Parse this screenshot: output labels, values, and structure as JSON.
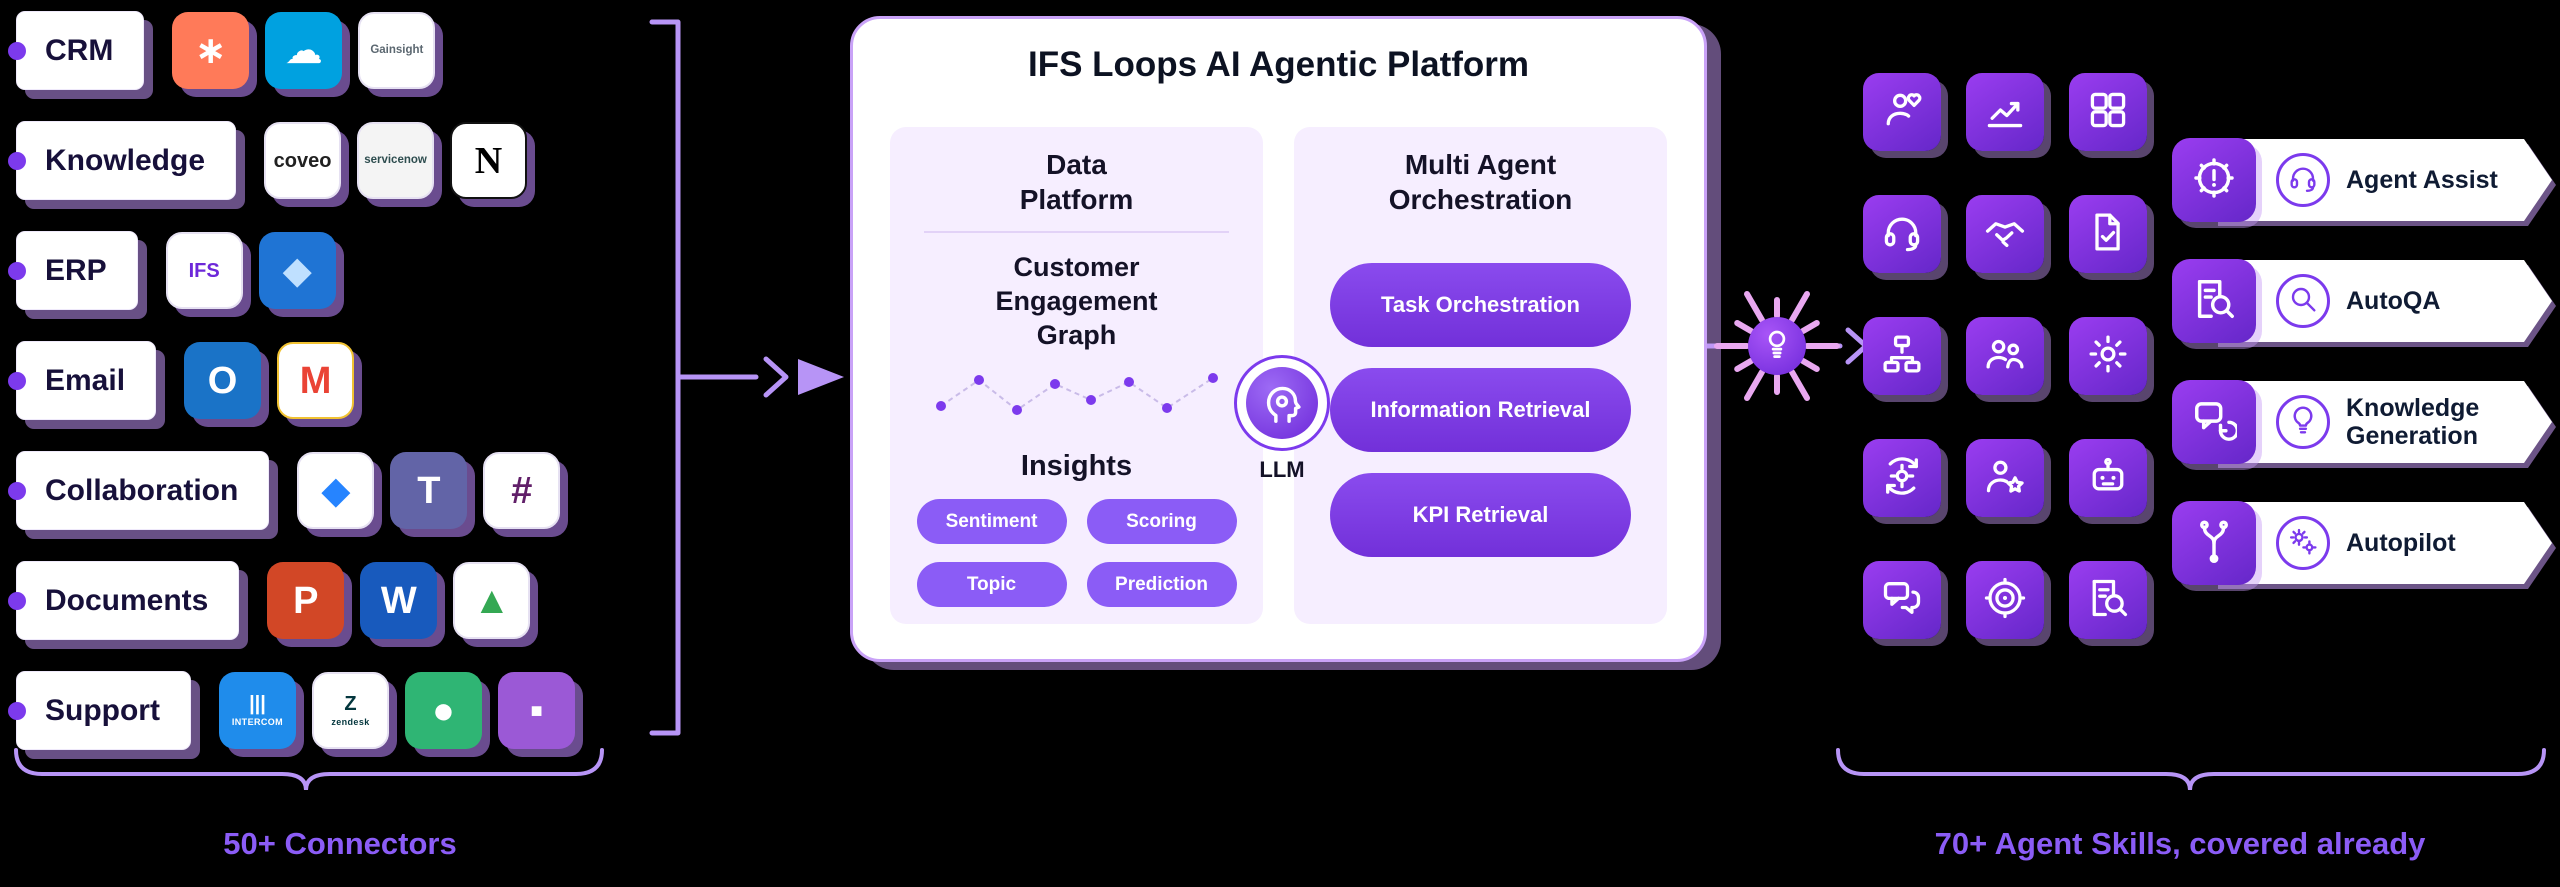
{
  "diagram": {
    "left_caption": "50+ Connectors",
    "right_caption": "70+ Agent Skills, covered already"
  },
  "connectors": {
    "categories": [
      {
        "label": "CRM",
        "apps": [
          {
            "name": "hubspot",
            "glyph": "∗",
            "bg": "#ff7a59",
            "fg": "#ffffff",
            "size": "lg"
          },
          {
            "name": "salesforce",
            "glyph": "☁",
            "bg": "#00a1e0",
            "fg": "#ffffff",
            "size": "lg"
          },
          {
            "name": "gainsight",
            "glyph": "Gainsight",
            "bg": "#ffffff",
            "fg": "#5b6770",
            "size": "sm",
            "border": "#e6e1f2"
          }
        ]
      },
      {
        "label": "Knowledge",
        "apps": [
          {
            "name": "coveo",
            "glyph": "coveo",
            "bg": "#ffffff",
            "fg": "#212121",
            "size": "md",
            "border": "#e6e1f2"
          },
          {
            "name": "servicenow",
            "glyph": "servicenow",
            "bg": "#f4f4f4",
            "fg": "#2e4d4f",
            "size": "sm",
            "border": "#e6e1f2"
          },
          {
            "name": "notion",
            "glyph": "N",
            "bg": "#ffffff",
            "fg": "#000000",
            "size": "lg",
            "serif": true,
            "border": "#111111"
          }
        ]
      },
      {
        "label": "ERP",
        "apps": [
          {
            "name": "ifs",
            "glyph": "IFS",
            "bg": "#ffffff",
            "fg": "#6d28d9",
            "size": "md",
            "border": "#e6e1f2"
          },
          {
            "name": "dynamics-365",
            "glyph": "◆",
            "bg": "#1f74d4",
            "fg": "#bfe0ff",
            "size": "lg"
          }
        ]
      },
      {
        "label": "Email",
        "apps": [
          {
            "name": "outlook",
            "glyph": "O",
            "bg": "#1a73c7",
            "fg": "#ffffff",
            "size": "lg"
          },
          {
            "name": "gmail",
            "glyph": "M",
            "bg": "#ffffff",
            "fg": "#ea4335",
            "size": "lg",
            "border": "#f1c232"
          }
        ]
      },
      {
        "label": "Collaboration",
        "apps": [
          {
            "name": "jira",
            "glyph": "◆",
            "bg": "#ffffff",
            "fg": "#2684ff",
            "size": "lg",
            "border": "#e6e1f2"
          },
          {
            "name": "teams",
            "glyph": "T",
            "bg": "#6264a7",
            "fg": "#ffffff",
            "size": "lg"
          },
          {
            "name": "slack",
            "glyph": "#",
            "bg": "#ffffff",
            "fg": "#611f69",
            "size": "lg",
            "border": "#e6e1f2"
          }
        ]
      },
      {
        "label": "Documents",
        "apps": [
          {
            "name": "powerpoint",
            "glyph": "P",
            "bg": "#d24726",
            "fg": "#ffffff",
            "size": "lg"
          },
          {
            "name": "word",
            "glyph": "W",
            "bg": "#185abd",
            "fg": "#ffffff",
            "size": "lg"
          },
          {
            "name": "google-drive",
            "glyph": "▲",
            "bg": "#ffffff",
            "fg": "#34a853",
            "size": "lg",
            "border": "#e6e1f2"
          }
        ]
      },
      {
        "label": "Support",
        "apps": [
          {
            "name": "intercom",
            "glyph": "|||",
            "sub": "INTERCOM",
            "bg": "#1f8ceb",
            "fg": "#ffffff",
            "size": "md"
          },
          {
            "name": "zendesk",
            "glyph": "Z",
            "sub": "zendesk",
            "bg": "#ffffff",
            "fg": "#03363d",
            "size": "md",
            "border": "#e6e1f2"
          },
          {
            "name": "github",
            "glyph": "●",
            "bg": "#2fb574",
            "fg": "#ffffff",
            "size": "lg"
          },
          {
            "name": "front",
            "glyph": "■",
            "bg": "#9b59d6",
            "fg": "#ffffff",
            "size": "md"
          }
        ]
      }
    ]
  },
  "platform": {
    "title": "IFS Loops AI Agentic Platform",
    "data_platform": {
      "title": "Data Platform",
      "section1": "Customer Engagement Graph",
      "section2": "Insights",
      "insight_pills": [
        "Sentiment",
        "Scoring",
        "Topic",
        "Prediction"
      ]
    },
    "llm": {
      "label": "LLM"
    },
    "orchestration": {
      "title": "Multi Agent Orchestration",
      "pills": [
        "Task Orchestration",
        "Information Retrieval",
        "KPI Retrieval"
      ]
    }
  },
  "skills": {
    "tiles": [
      {
        "name": "customer-success",
        "icon": "person-care"
      },
      {
        "name": "growth-chart",
        "icon": "chart-up"
      },
      {
        "name": "modules-grid",
        "icon": "grid"
      },
      {
        "name": "support-agent",
        "icon": "headset"
      },
      {
        "name": "partnership",
        "icon": "handshake"
      },
      {
        "name": "audit-document",
        "icon": "doc-check"
      },
      {
        "name": "workflow",
        "icon": "workflow"
      },
      {
        "name": "team-insights",
        "icon": "team"
      },
      {
        "name": "settings",
        "icon": "gear"
      },
      {
        "name": "automation",
        "icon": "gear-sync"
      },
      {
        "name": "expert",
        "icon": "person-star"
      },
      {
        "name": "bot",
        "icon": "robot"
      },
      {
        "name": "conversations",
        "icon": "chat-people"
      },
      {
        "name": "goals",
        "icon": "target"
      },
      {
        "name": "discovery",
        "icon": "search-doc"
      }
    ],
    "banners": [
      {
        "label": "Agent Assist",
        "badge_icon": "gear-alert",
        "icon": "headset"
      },
      {
        "label": "AutoQA",
        "badge_icon": "search-doc",
        "icon": "magnifier"
      },
      {
        "label": "Knowledge Generation",
        "badge_icon": "chat-sync",
        "icon": "bulb"
      },
      {
        "label": "Autopilot",
        "badge_icon": "branch",
        "icon": "gears"
      }
    ]
  },
  "colors": {
    "accent": "#7c3aed",
    "accent_light": "#8b5cf6",
    "wire": "#b794f6",
    "panel_bg": "#f6eeff",
    "ray_pink": "#e9a8f0"
  }
}
